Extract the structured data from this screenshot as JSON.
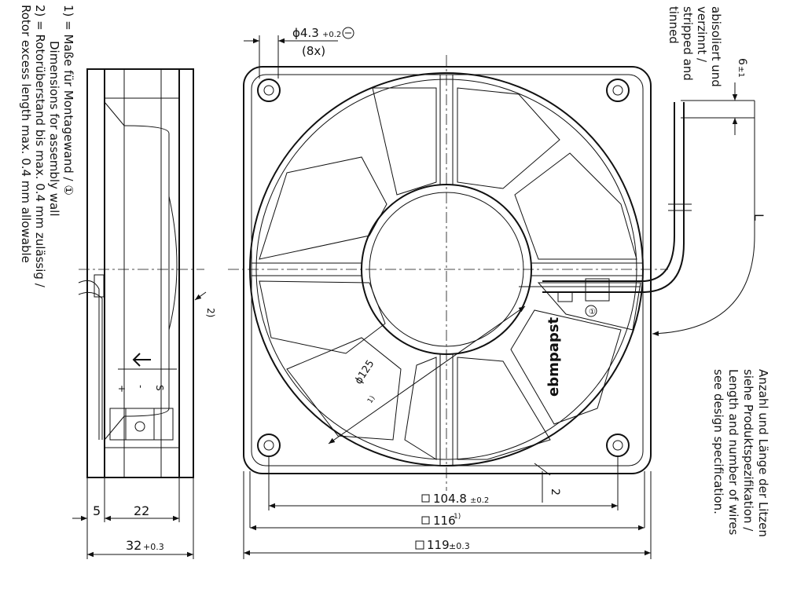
{
  "notes": {
    "note1": [
      "1) = Maße für Montagewand / ①",
      "Dimensions for assembly wall"
    ],
    "note2": [
      "2) = Rotorüberstand bis max. 0.4 mm zulässig /",
      "Rotor excess length max. 0.4 mm allowable"
    ]
  },
  "wire_note": [
    "abisoliert und",
    "verzinnt /",
    "stripped and",
    "tinned"
  ],
  "wire_count_note": [
    "Anzahl und Länge der Litzen",
    "siehe Produktspezifikation /",
    "Length and number of wires",
    "see design specification."
  ],
  "dimensions": {
    "hole_dia": "ϕ4.3",
    "hole_tol": "+0.2",
    "hole_count": "(8x)",
    "strip_len": "6",
    "strip_tol": "±1",
    "wire_len": "L",
    "hub_dia": "ϕ125",
    "hub_note": "1)",
    "rotor_offset": "2",
    "hole_spacing": "104.8",
    "hole_spacing_tol": "±0.2",
    "wall_size": "116",
    "wall_note": "1)",
    "frame_size": "119",
    "frame_tol": "±0.3",
    "side_5": "5",
    "side_22": "22",
    "depth": "32",
    "depth_tol": "+0.3",
    "side_note": "2)"
  },
  "markers": {
    "plus": "+",
    "minus": "-",
    "s": "S",
    "ground": "①"
  },
  "brand": "ebmpapst"
}
